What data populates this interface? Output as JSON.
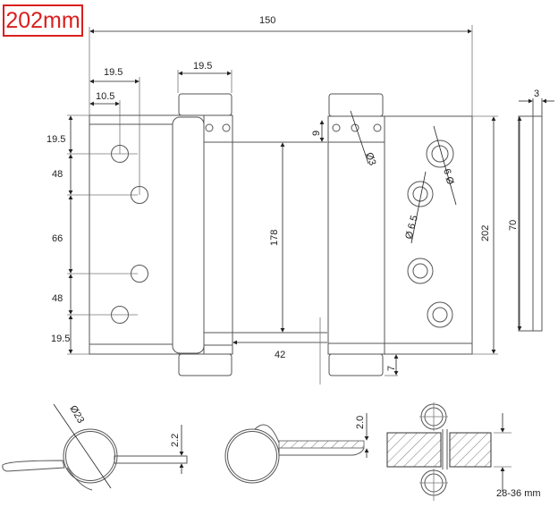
{
  "badge": {
    "label": "202mm",
    "color": "#d9201f"
  },
  "dimensions": {
    "overall_width": "150",
    "hole_offset_outer": "19.5",
    "hole_offset_inner": "10.5",
    "knuckle_width": "19.5",
    "left_spacing": [
      "19.5",
      "48",
      "66",
      "48",
      "19.5"
    ],
    "inner_height": "178",
    "offset_42": "42",
    "top_band": "9",
    "bottom_pin": "7",
    "small_hole": "Ø3",
    "screw_hole_outer": "Ø 9",
    "screw_hole_inner": "Ø 6.5",
    "overall_height": "202",
    "side_height": "70",
    "thickness": "3",
    "barrel_diameter": "Ø23",
    "plate_thickness": "2.2",
    "leaf_thickness": "2.0",
    "door_gap": "28-36 mm"
  }
}
